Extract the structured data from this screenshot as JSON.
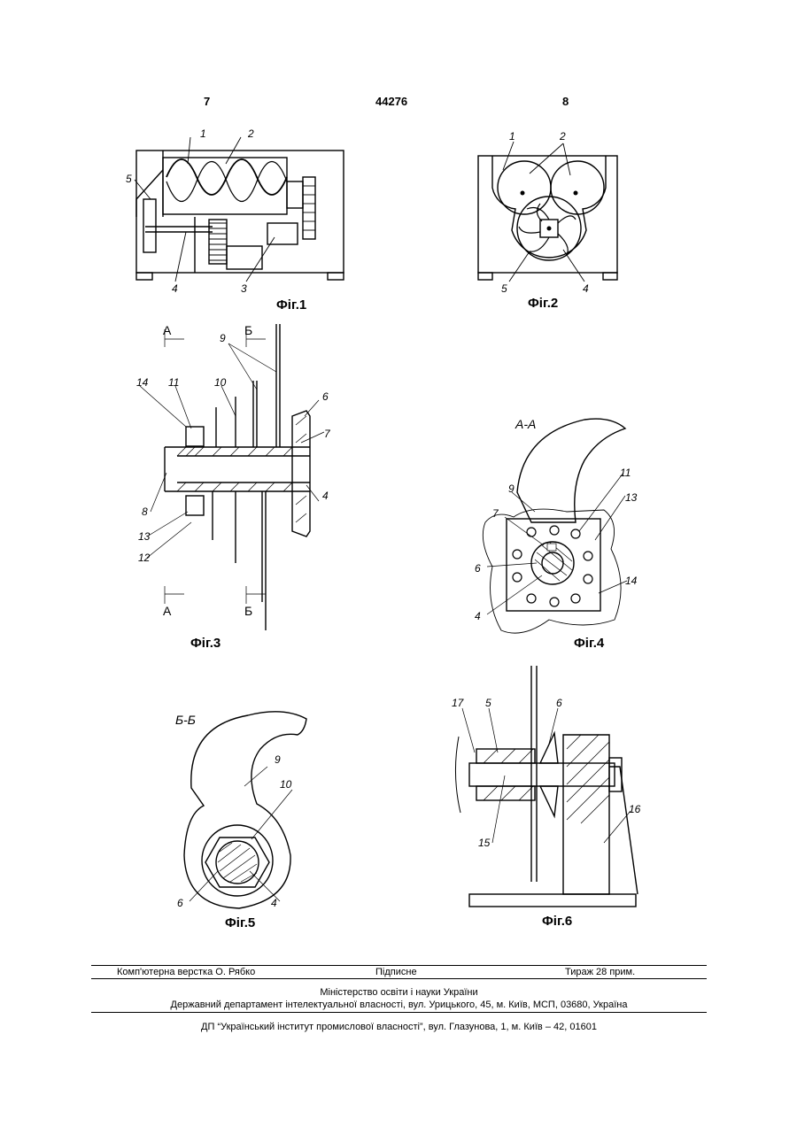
{
  "header": {
    "left_page": "7",
    "patent_number": "44276",
    "right_page": "8"
  },
  "figures": {
    "fig1": {
      "label": "Фіг.1",
      "parts": [
        "1",
        "2",
        "3",
        "4",
        "5"
      ]
    },
    "fig2": {
      "label": "Фіг.2",
      "parts": [
        "1",
        "2",
        "4",
        "5"
      ]
    },
    "fig3": {
      "label": "Фіг.3",
      "parts": [
        "4",
        "6",
        "7",
        "8",
        "9",
        "10",
        "11",
        "12",
        "13",
        "14"
      ],
      "section_a": "А",
      "section_b": "Б"
    },
    "fig4": {
      "label": "Фіг.4",
      "section": "А-А",
      "parts": [
        "4",
        "6",
        "7",
        "9",
        "11",
        "13",
        "14"
      ]
    },
    "fig5": {
      "label": "Фіг.5",
      "section": "Б-Б",
      "parts": [
        "4",
        "6",
        "9",
        "10"
      ]
    },
    "fig6": {
      "label": "Фіг.6",
      "parts": [
        "5",
        "6",
        "15",
        "16",
        "17"
      ]
    }
  },
  "footer": {
    "layout": "Комп'ютерна верстка О. Рябко",
    "signed": "Підписне",
    "circulation": "Тираж 28 прим.",
    "ministry": "Міністерство освіти і науки України",
    "department": "Державний департамент інтелектуальної власності, вул. Урицького, 45, м. Київ, МСП, 03680, Україна",
    "institute": "ДП “Український інститут промислової власності”, вул. Глазунова, 1, м. Київ – 42, 01601"
  }
}
